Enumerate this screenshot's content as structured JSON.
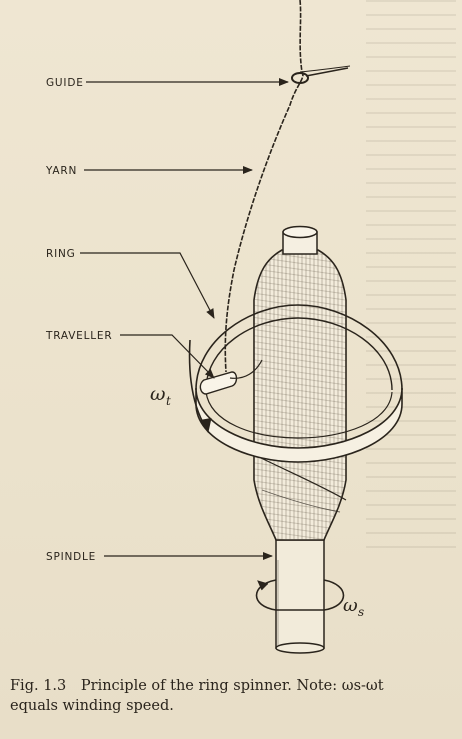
{
  "labels": {
    "guide": "GUIDE",
    "yarn": "YARN",
    "ring": "RING",
    "traveller": "TRAVELLER",
    "spindle": "SPINDLE"
  },
  "symbols": {
    "omega": "ω",
    "t": "t",
    "s": "s"
  },
  "caption": {
    "figure_number": "Fig. 1.3",
    "line1": "Principle of the ring spinner. Note:",
    "formula": "ωs-ωt",
    "line2": "equals winding speed."
  },
  "colors": {
    "paper": "#ede4cf",
    "ink": "#2a241c"
  }
}
